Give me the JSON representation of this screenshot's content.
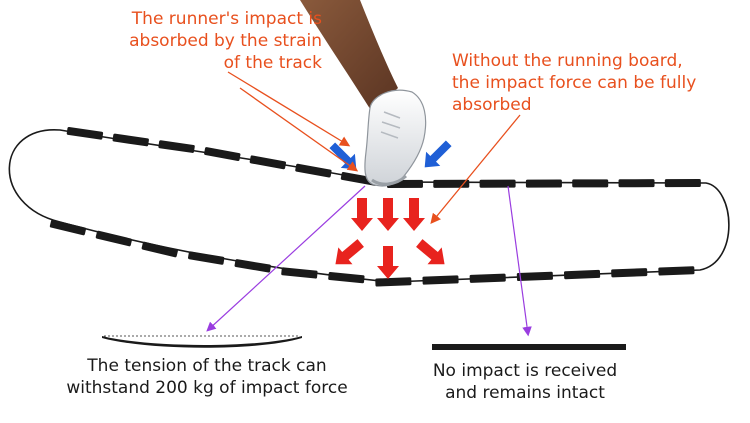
{
  "annotations": {
    "impact_absorbed": "The runner's impact is\nabsorbed by the strain\nof the track",
    "without_board": "Without the running board,\nthe impact force can be fully\nabsorbed",
    "tension": "The tension of the track  can\nwithstand 200 kg of impact force",
    "no_impact": "No impact is received\nand remains intact"
  },
  "colors": {
    "annotation_text": "#e8501e",
    "caption_text": "#1a1a1a",
    "impact_arrows": "#e8231e",
    "compression_arrows": "#1f5fd6",
    "pointer_orange": "#e8501e",
    "pointer_purple": "#9a3de0",
    "belt": "#1a1a1a"
  },
  "icons": {
    "shoe": "running-shoe-icon"
  }
}
